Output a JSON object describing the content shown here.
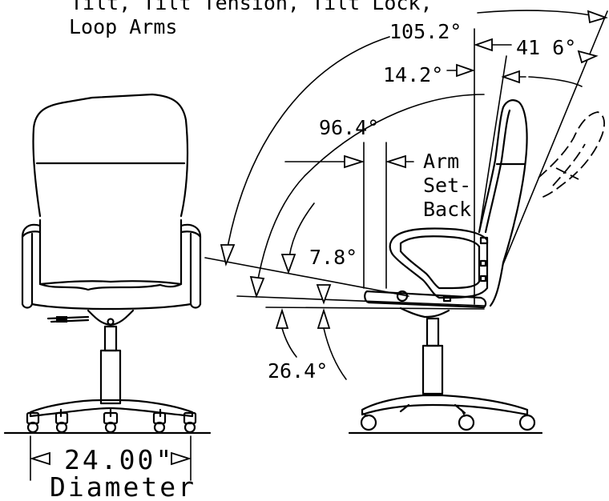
{
  "header": {
    "line1": "Tilt, Tilt Tension, Tilt Lock,",
    "line2": "Loop Arms"
  },
  "angles": {
    "recline": "105.2°",
    "back_tilt": "41 6°",
    "back_upright": "14.2°",
    "seat_back": "96.4°",
    "seat_pitch": "7.8°",
    "seat_tilt": "26.4°"
  },
  "arm_setback": {
    "line1": "Arm",
    "line2": "Set-",
    "line3": "Back"
  },
  "base": {
    "diameter_value": "24.00\"",
    "diameter_label": "Diameter"
  }
}
